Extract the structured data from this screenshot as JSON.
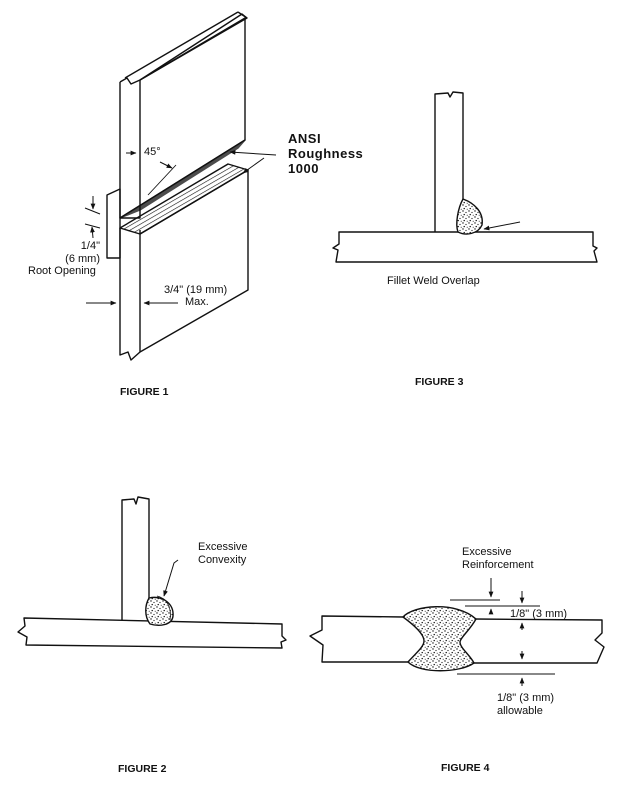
{
  "figures": [
    {
      "id": "figure-1",
      "caption": "FIGURE 1",
      "labels": {
        "angle": "45°",
        "surface_l1": "ANSI",
        "surface_l2": "Roughness",
        "surface_l3": "1000",
        "gap_l1": "1/4\"",
        "gap_l2": "(6 mm)",
        "gap_l3": "Root Opening",
        "thickness_l1": "3/4\" (19 mm)",
        "thickness_l2": "Max."
      }
    },
    {
      "id": "figure-2",
      "caption": "FIGURE 2",
      "labels": {
        "defect_l1": "Excessive",
        "defect_l2": "Convexity"
      }
    },
    {
      "id": "figure-3",
      "caption": "FIGURE 3",
      "labels": {
        "defect": "Fillet Weld Overlap"
      }
    },
    {
      "id": "figure-4",
      "caption": "FIGURE 4",
      "labels": {
        "defect_l1": "Excessive",
        "defect_l2": "Reinforcement",
        "top_dim": "1/8\" (3 mm)",
        "bottom_dim_l1": "1/8\" (3 mm)",
        "bottom_dim_l2": "allowable"
      }
    }
  ],
  "colors": {
    "ink": "#111111",
    "paper": "#ffffff"
  }
}
